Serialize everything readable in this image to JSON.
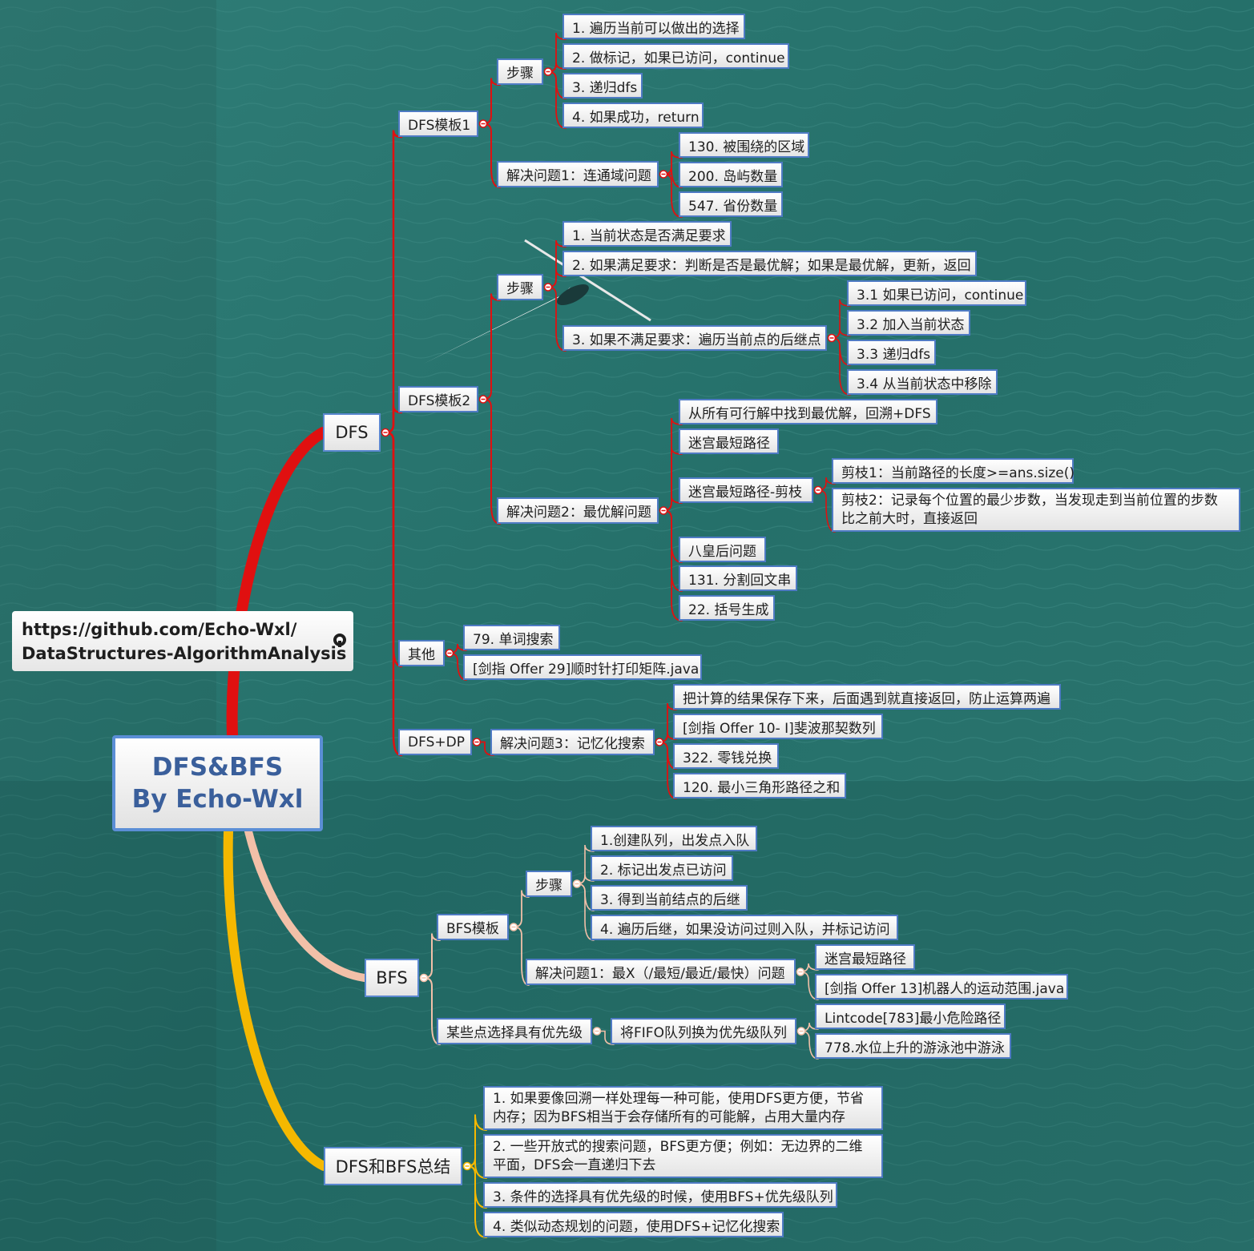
{
  "root": {
    "line1": "DFS&BFS",
    "line2": "By Echo-Wxl"
  },
  "link": {
    "line1": "https://github.com/Echo-Wxl/",
    "line2": "DataStructures-AlgorithmAnalysis",
    "icon": "github-icon"
  },
  "colors": {
    "dfs_branch": "#e01010",
    "bfs_branch": "#f2c0a8",
    "summary_branch": "#f5b800",
    "node_border": "#4f7bc4",
    "water": "#2d7a72"
  },
  "dfs": {
    "label": "DFS",
    "t1": {
      "label": "DFS模板1",
      "steps_label": "步骤",
      "steps": [
        "1. 遍历当前可以做出的选择",
        "2. 做标记，如果已访问，continue",
        "3. 递归dfs",
        "4. 如果成功，return"
      ],
      "problem": {
        "label": "解决问题1：连通域问题",
        "items": [
          "130. 被围绕的区域",
          "200. 岛屿数量",
          "547. 省份数量"
        ]
      }
    },
    "t2": {
      "label": "DFS模板2",
      "steps_label": "步骤",
      "steps": [
        "1. 当前状态是否满足要求",
        "2. 如果满足要求：判断是否是最优解；如果是最优解，更新，返回",
        "3. 如果不满足要求：遍历当前点的后继点"
      ],
      "substeps": [
        "3.1 如果已访问，continue",
        "3.2 加入当前状态",
        "3.3 递归dfs",
        "3.4 从当前状态中移除"
      ],
      "problem": {
        "label": "解决问题2：最优解问题",
        "items": [
          "从所有可行解中找到最优解，回溯+DFS",
          "迷宫最短路径",
          "迷宫最短路径-剪枝",
          "八皇后问题",
          "131. 分割回文串",
          "22. 括号生成"
        ],
        "prune": [
          "剪枝1：当前路径的长度>=ans.size()",
          "剪枝2：记录每个位置的最少步数，当发现走到当前位置的步数比之前大时，直接返回"
        ]
      }
    },
    "other": {
      "label": "其他",
      "items": [
        "79. 单词搜索",
        "[剑指 Offer 29]顺时针打印矩阵.java"
      ]
    },
    "dp": {
      "label": "DFS+DP",
      "problem": {
        "label": "解决问题3：记忆化搜索",
        "items": [
          "把计算的结果保存下来，后面遇到就直接返回，防止运算两遍",
          "[剑指 Offer 10- I]斐波那契数列",
          "322. 零钱兑换",
          "120. 最小三角形路径之和"
        ]
      }
    }
  },
  "bfs": {
    "label": "BFS",
    "template": {
      "label": "BFS模板",
      "steps_label": "步骤",
      "steps": [
        "1.创建队列，出发点入队",
        "2. 标记出发点已访问",
        "3. 得到当前结点的后继",
        "4. 遍历后继，如果没访问过则入队，并标记访问"
      ],
      "problem": {
        "label": "解决问题1：最X（/最短/最近/最快）问题",
        "items": [
          "迷宫最短路径",
          "[剑指 Offer 13]机器人的运动范围.java"
        ]
      }
    },
    "priority": {
      "label": "某些点选择具有优先级",
      "sub": {
        "label": "将FIFO队列换为优先级队列",
        "items": [
          "Lintcode[783]最小危险路径",
          "778.水位上升的游泳池中游泳"
        ]
      }
    }
  },
  "summary": {
    "label": "DFS和BFS总结",
    "items": [
      "1. 如果要像回溯一样处理每一种可能，使用DFS更方便，节省内存；因为BFS相当于会存储所有的可能解，占用大量内存",
      "2. 一些开放式的搜索问题，BFS更方便；例如：无边界的二维平面，DFS会一直递归下去",
      "3. 条件的选择具有优先级的时候，使用BFS+优先级队列",
      "4. 类似动态规划的问题，使用DFS+记忆化搜索"
    ]
  }
}
